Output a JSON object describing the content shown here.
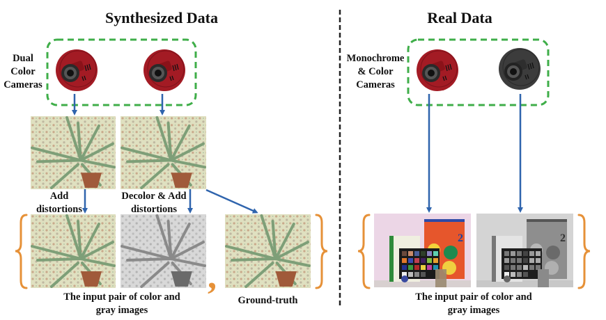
{
  "left_panel": {
    "title": "Synthesized Data",
    "camera_group_label": [
      "Dual",
      "Color",
      "Cameras"
    ],
    "cameras": [
      {
        "type": "color",
        "body_color": "#a31b24"
      },
      {
        "type": "color",
        "body_color": "#a31b24"
      }
    ],
    "captured_images": [
      {
        "type": "color",
        "subject": "aloe plant"
      },
      {
        "type": "color",
        "subject": "aloe plant"
      }
    ],
    "step_labels": [
      [
        "Add",
        "distortions"
      ],
      [
        "Decolor & Add",
        "distortions"
      ]
    ],
    "output_images": [
      {
        "type": "color",
        "subject": "aloe plant (distorted)"
      },
      {
        "type": "gray",
        "subject": "aloe plant (decolored, distorted)"
      },
      {
        "type": "color",
        "subject": "aloe plant (ground-truth)"
      }
    ],
    "input_pair_caption": [
      "The input pair of color and",
      "gray images"
    ],
    "separator": ",",
    "ground_truth_caption": "Ground-truth"
  },
  "right_panel": {
    "title": "Real Data",
    "camera_group_label": [
      "Monochrome",
      "& Color",
      "Cameras"
    ],
    "cameras": [
      {
        "type": "color",
        "body_color": "#a31b24"
      },
      {
        "type": "monochrome",
        "body_color": "#3c3c3c"
      }
    ],
    "output_images": [
      {
        "type": "color",
        "subject": "color checker and books"
      },
      {
        "type": "gray",
        "subject": "color checker and books"
      }
    ],
    "input_pair_caption": [
      "The input pair of color and",
      "gray images"
    ]
  },
  "colors": {
    "group_box": "#3fae49",
    "arrow": "#2f64ad",
    "brace": "#e69138",
    "divider": "#222222"
  }
}
